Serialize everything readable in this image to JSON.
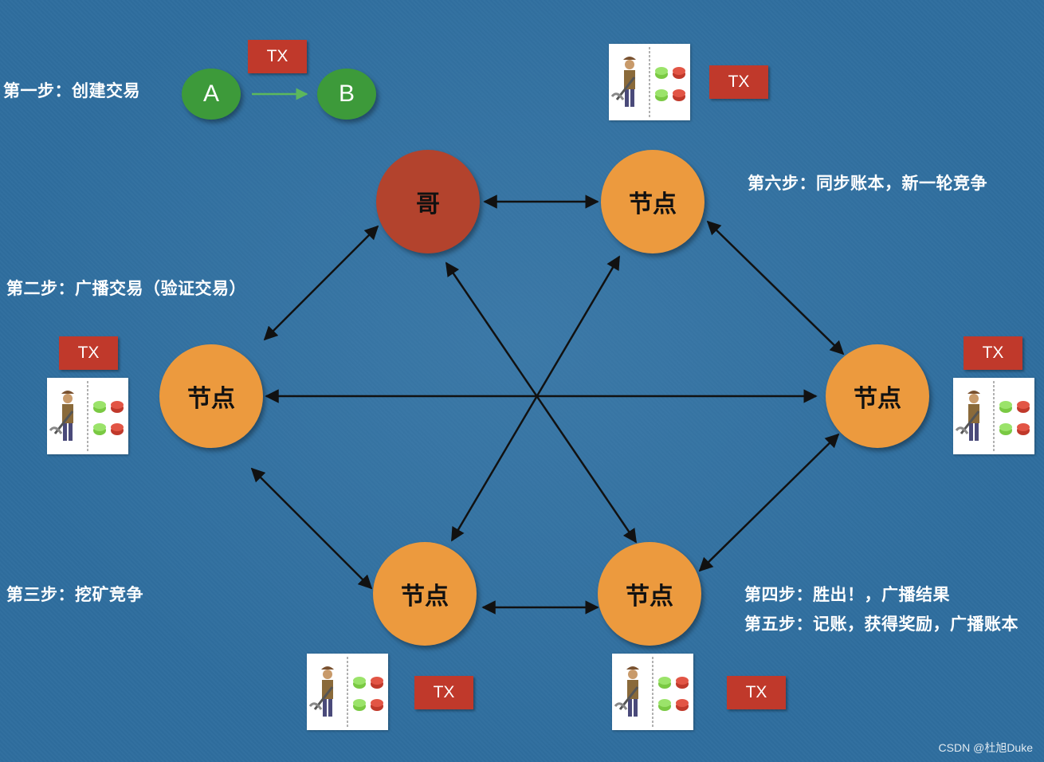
{
  "steps": {
    "step1": "第一步：创建交易",
    "step2": "第二步：广播交易（验证交易）",
    "step3": "第三步：挖矿竞争",
    "step4": "第四步：胜出！，广播结果",
    "step5": "第五步：记账，获得奖励，广播账本",
    "step6": "第六步：同步账本，新一轮竞争"
  },
  "tx_label": "TX",
  "party_a": "A",
  "party_b": "B",
  "nodes": {
    "top_left": "哥",
    "top_right": "节点",
    "left": "节点",
    "right": "节点",
    "bottom_left": "节点",
    "bottom_right": "节点"
  },
  "watermark": "CSDN @杜旭Duke",
  "colors": {
    "background": "#2f6e9e",
    "node_orange": "#ec9a3e",
    "node_red": "#b3432d",
    "node_green": "#3d9a3a",
    "tx_box": "#c0392b",
    "arrow_green": "#5cb85c"
  },
  "icons": {
    "miner": "miner-with-pickaxe-and-coins-icon"
  }
}
